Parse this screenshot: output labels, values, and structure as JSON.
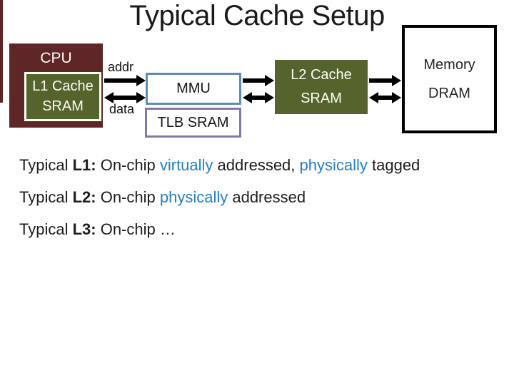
{
  "slide": {
    "title": "Typical Cache Setup"
  },
  "diagram": {
    "cpu": {
      "label": "CPU",
      "l1_line1": "L1 Cache",
      "l1_line2": "SRAM"
    },
    "bus_labels": {
      "addr": "addr",
      "data": "data"
    },
    "mmu": {
      "label": "MMU"
    },
    "tlb": {
      "label": "TLB SRAM"
    },
    "l2": {
      "line1": "L2 Cache",
      "line2": "SRAM"
    },
    "memory": {
      "line1": "Memory",
      "line2": "DRAM"
    }
  },
  "notes": [
    {
      "segments": [
        {
          "text": "Typical "
        },
        {
          "text": "L1:",
          "style": "bold"
        },
        {
          "text": " On-chip "
        },
        {
          "text": "virtually",
          "style": "blue"
        },
        {
          "text": " addressed, "
        },
        {
          "text": "physically",
          "style": "blue"
        },
        {
          "text": " tagged"
        }
      ]
    },
    {
      "segments": [
        {
          "text": "Typical "
        },
        {
          "text": "L2:",
          "style": "bold"
        },
        {
          "text": " On-chip "
        },
        {
          "text": "physically",
          "style": "blue"
        },
        {
          "text": " addressed"
        }
      ]
    },
    {
      "segments": [
        {
          "text": "Typical "
        },
        {
          "text": "L3:",
          "style": "bold"
        },
        {
          "text": " On-chip …"
        }
      ]
    }
  ],
  "colors": {
    "cpu_fill": "#5E2626",
    "cache_fill": "#55632D",
    "mmu_border": "#5F8CB3",
    "tlb_border": "#8577A9",
    "memory_border": "#000000",
    "arrow": "#000000",
    "highlight_blue": "#2280C3"
  }
}
